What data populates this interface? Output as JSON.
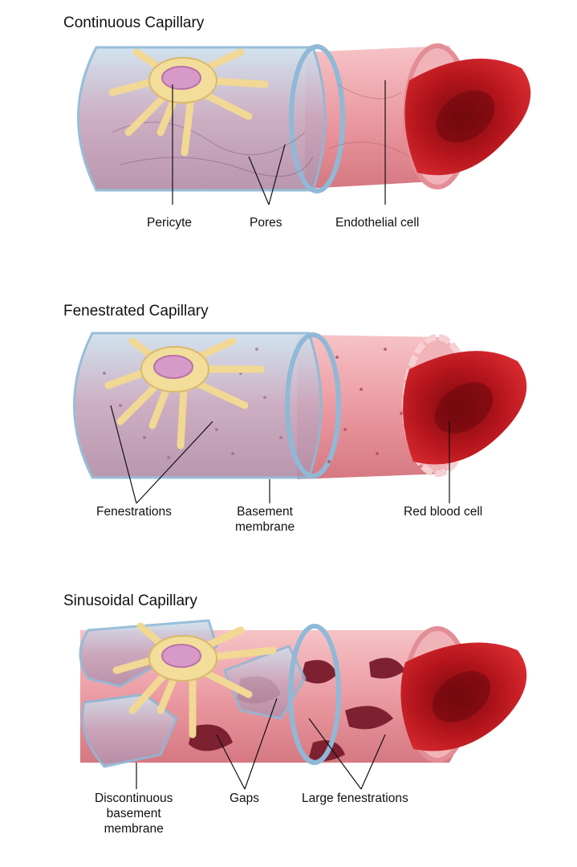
{
  "diagrams": [
    {
      "title": "Continuous Capillary",
      "labels": {
        "pericyte": "Pericyte",
        "pores": "Pores",
        "endothelial": "Endothelial cell"
      }
    },
    {
      "title": "Fenestrated Capillary",
      "labels": {
        "fenestrations": "Fenestrations",
        "basement_line1": "Basement",
        "basement_line2": "membrane",
        "rbc": "Red blood cell"
      }
    },
    {
      "title": "Sinusoidal Capillary",
      "labels": {
        "disc_line1": "Discontinuous",
        "disc_line2": "basement",
        "disc_line3": "membrane",
        "gaps": "Gaps",
        "large_fen": "Large fenestrations"
      }
    }
  ],
  "colors": {
    "basement_membrane": "#b9d3e6",
    "membrane_edge": "#8fb9d6",
    "endothelium": "#e9a0a6",
    "endothelium_dark": "#c96a74",
    "rbc": "#c4161c",
    "rbc_dark": "#8e0b12",
    "pericyte": "#f3dd9b",
    "nucleus": "#d79ac8"
  }
}
